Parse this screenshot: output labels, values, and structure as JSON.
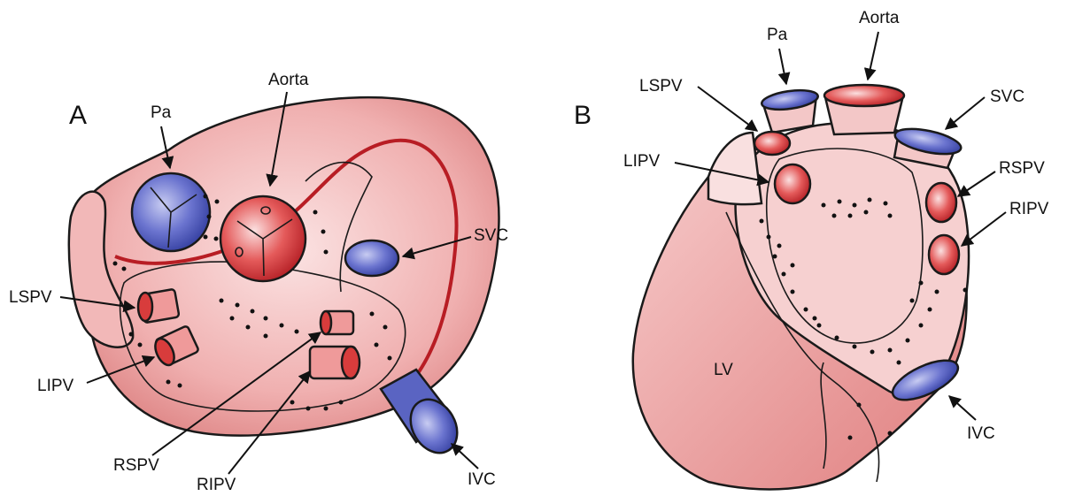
{
  "panels": {
    "a": {
      "letter": "A",
      "labels": {
        "pa": "Pa",
        "aorta": "Aorta",
        "svc": "SVC",
        "lspv": "LSPV",
        "lipv": "LIPV",
        "rspv": "RSPV",
        "ripv": "RIPV",
        "ivc": "IVC"
      }
    },
    "b": {
      "letter": "B",
      "labels": {
        "pa": "Pa",
        "aorta": "Aorta",
        "lspv": "LSPV",
        "svc": "SVC",
        "lipv": "LIPV",
        "rspv": "RSPV",
        "ripv": "RIPV",
        "lv": "LV",
        "ivc": "IVC"
      }
    }
  },
  "colors": {
    "atrium_pink": "#f1b3b3",
    "vessel_red": "#c8242b",
    "vessel_blue": "#4a56b8",
    "outline": "#1a1a1a"
  }
}
